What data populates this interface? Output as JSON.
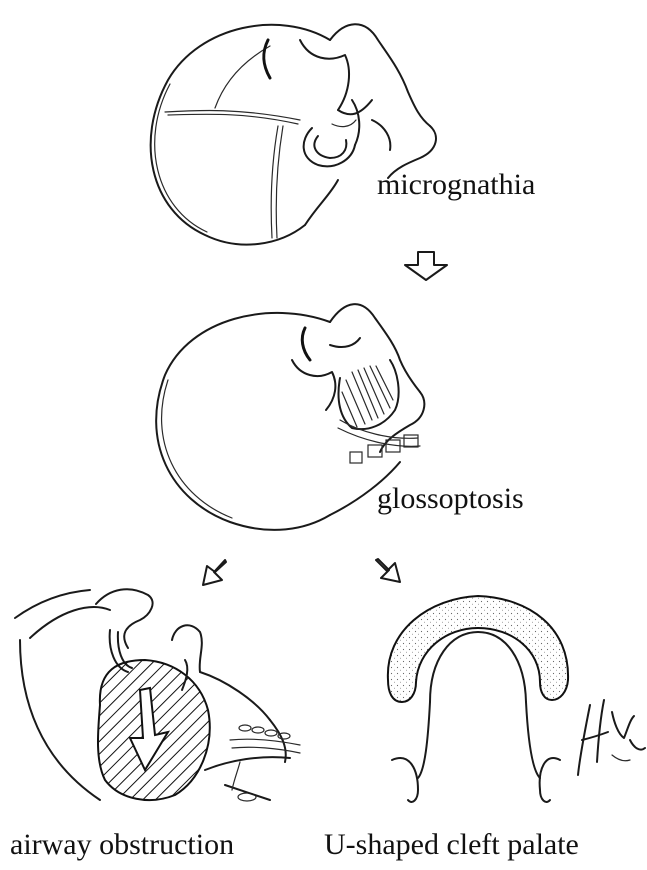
{
  "labels": {
    "micrognathia": "micrognathia",
    "glossoptosis": "glossoptosis",
    "airway_obstruction": "airway obstruction",
    "cleft_palate": "U-shaped cleft palate"
  },
  "signature": "H.Wlow M.D.",
  "colors": {
    "ink": "#1a1a1a",
    "background": "#ffffff"
  }
}
